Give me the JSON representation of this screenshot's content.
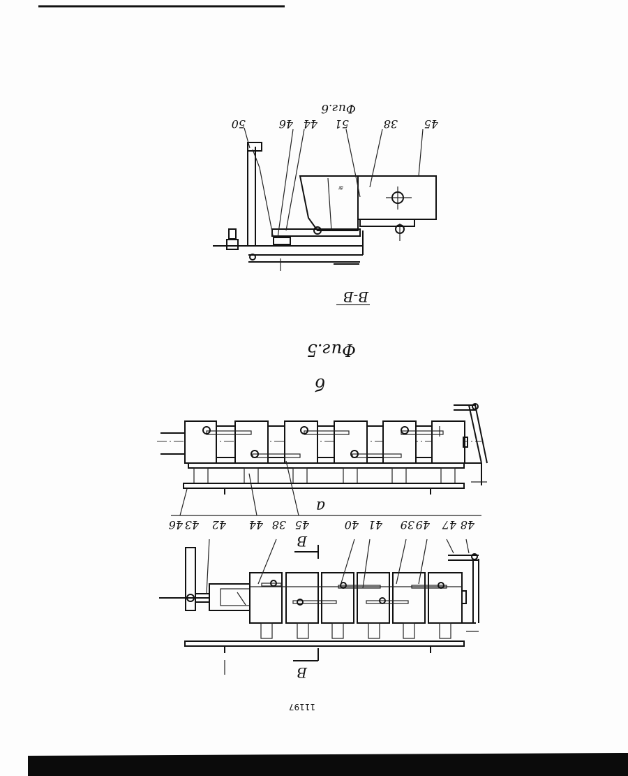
{
  "document": {
    "page_number": "11197",
    "fig6": {
      "caption": "Фиг.6",
      "section": "В-В",
      "labels": [
        "45",
        "38",
        "51",
        "44",
        "46",
        "50"
      ]
    },
    "fig5": {
      "caption": "Фиг.5",
      "view_b_mark": "б",
      "view_a_mark": "а",
      "section_mark": "В",
      "labels_b": [
        "46",
        "43",
        "42",
        "44",
        "38",
        "45",
        "40",
        "41",
        "39",
        "49",
        "47",
        "48"
      ]
    }
  }
}
